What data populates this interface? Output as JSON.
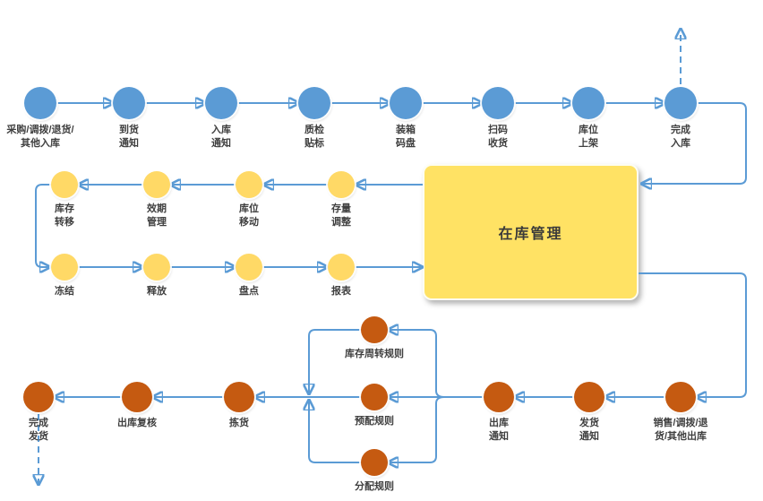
{
  "colors": {
    "process_blue": "#5B9BD5",
    "process_yellow": "#FFD966",
    "process_orange": "#C55A11",
    "connector_blue": "#5B9BD5",
    "box_fill": "#FFE264",
    "label_text": "#3F3F3F"
  },
  "center_box": {
    "label": "在库管理"
  },
  "inbound": {
    "nodes": [
      {
        "label": "采购/调拨/退货/\n其他入库"
      },
      {
        "label": "到货\n通知"
      },
      {
        "label": "入库\n通知"
      },
      {
        "label": "质检\n贴标"
      },
      {
        "label": "装箱\n码盘"
      },
      {
        "label": "扫码\n收货"
      },
      {
        "label": "库位\n上架"
      },
      {
        "label": "完成\n入库"
      }
    ]
  },
  "in_warehouse_upper": {
    "nodes": [
      {
        "label": "库存\n转移"
      },
      {
        "label": "效期\n管理"
      },
      {
        "label": "库位\n移动"
      },
      {
        "label": "存量\n调整"
      }
    ]
  },
  "in_warehouse_lower": {
    "nodes": [
      {
        "label": "冻结"
      },
      {
        "label": "释放"
      },
      {
        "label": "盘点"
      },
      {
        "label": "报表"
      }
    ]
  },
  "rules": {
    "nodes": [
      {
        "label": "库存周转规则"
      },
      {
        "label": "预配规则"
      },
      {
        "label": "分配规则"
      }
    ]
  },
  "outbound": {
    "nodes": [
      {
        "label": "完成\n发货"
      },
      {
        "label": "出库复核"
      },
      {
        "label": "拣货"
      },
      {
        "label": "出库\n通知"
      },
      {
        "label": "发货\n通知"
      },
      {
        "label": "销售/调拨/退\n货/其他出库"
      }
    ]
  }
}
